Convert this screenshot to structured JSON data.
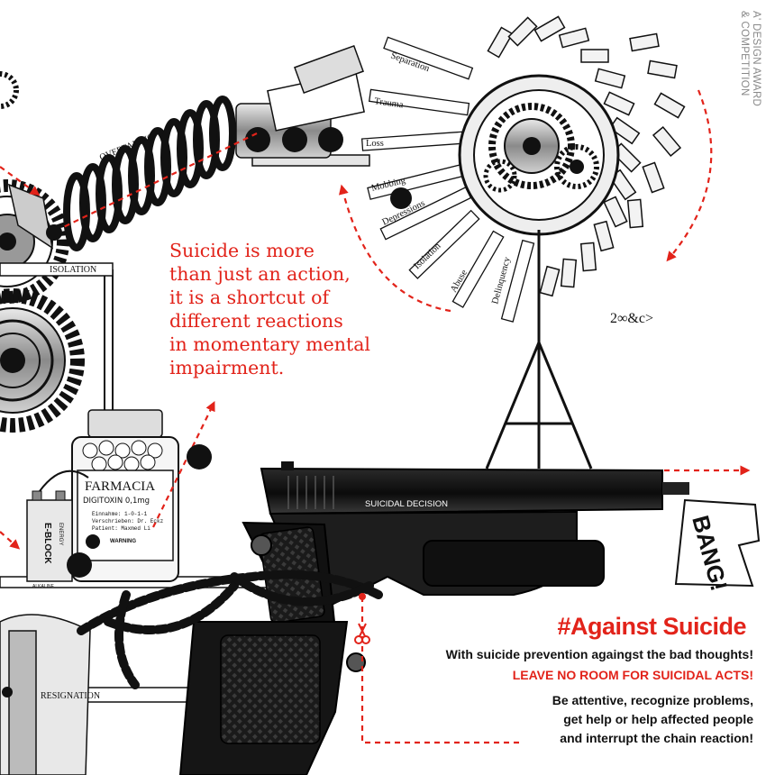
{
  "watermark": {
    "line1": "A' DESIGN AWARD",
    "line2": "& COMPETITION"
  },
  "headline": [
    "Suicide is more",
    "than just an action,",
    "it is a shortcut of",
    "different reactions",
    "in momentary mental",
    "impairment."
  ],
  "labels": {
    "overtaxing": "OVERTAXING",
    "isolation_bar": "ISOLATION",
    "resignation": "RESIGNATION",
    "gun_slide": "SUICIDAL DECISION",
    "flag": "BANG!",
    "signature": "2∞&c>"
  },
  "wheel_spokes": [
    "Separation",
    "Trauma",
    "Loss",
    "Mobbing",
    "Depressions",
    "Isolation",
    "Abuse",
    "Delinquency"
  ],
  "pill_bottle": {
    "brand": "FARMACIA",
    "drug": "DIGITOXIN 0,1mg",
    "line1": "Einnahme: 1-0-1-1",
    "line2": "Verschrieben: Dr. Eckz",
    "line3": "Patient: Maxmed Li",
    "warning": "WARNING"
  },
  "battery": {
    "brand": "E-BLOCK",
    "sub": "ENERGY",
    "type": "ALKALINE"
  },
  "campaign": {
    "hashtag": "#Against Suicide",
    "line1": "With suicide prevention againgst the bad thoughts!",
    "line2": "LEAVE NO ROOM FOR SUICIDAL ACTS!",
    "body": [
      "Be attentive, recognize problems,",
      "get help or help affected people",
      "and interrupt the chain reaction!"
    ]
  },
  "colors": {
    "accent": "#e2231a",
    "ink": "#111111",
    "paper": "#ffffff"
  }
}
